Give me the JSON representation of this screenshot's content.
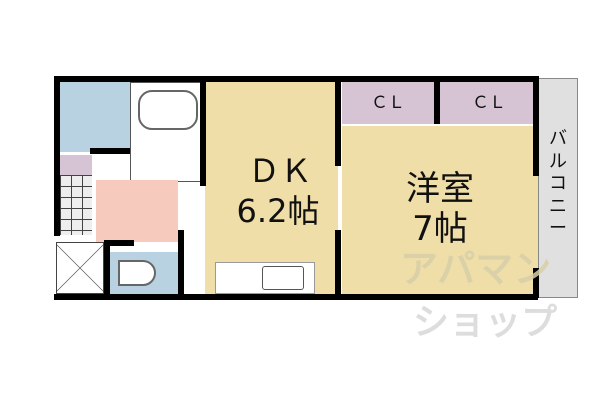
{
  "floorplan": {
    "rooms": {
      "dk": {
        "name": "ＤＫ",
        "size": "6.2帖",
        "color": "#f0dea8"
      },
      "western": {
        "name": "洋室",
        "size": "7帖",
        "color": "#f0dea8"
      },
      "closet1": {
        "name": "ＣＬ",
        "color": "#d6c4d4"
      },
      "closet2": {
        "name": "ＣＬ",
        "color": "#d6c4d4"
      },
      "balcony": {
        "name": "バルコニー",
        "color": "#e0e0e0"
      },
      "washroom": {
        "color": "#b8d2e2"
      },
      "toilet": {
        "color": "#b8d2e2"
      },
      "entrance_hall": {
        "color": "#f6cbbd"
      },
      "shoe_box": {
        "color": "#d6c4d4"
      }
    },
    "watermark": {
      "line1": "アパマン",
      "line2": "ショップ",
      "color": "#d8cfa8"
    }
  }
}
